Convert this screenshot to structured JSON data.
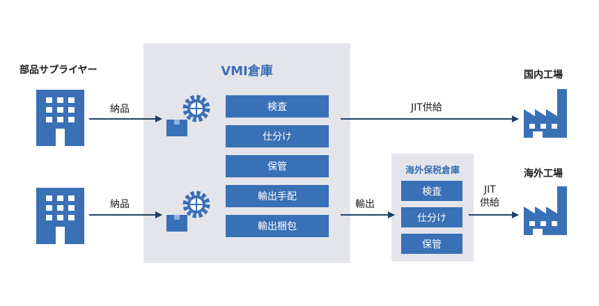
{
  "colors": {
    "accent": "#3a70b6",
    "panel": "#e3e5ea",
    "arrow": "#1f3f63"
  },
  "suppliers": {
    "label": "部品サプライヤー"
  },
  "vmi": {
    "title": "VMI倉庫",
    "steps": [
      "検査",
      "仕分け",
      "保管",
      "輸出手配",
      "輸出梱包"
    ]
  },
  "bonded": {
    "title": "海外保税倉庫",
    "steps": [
      "検査",
      "仕分け",
      "保管"
    ]
  },
  "factories": {
    "domestic": "国内工場",
    "overseas": "海外工場"
  },
  "edges": {
    "delivery_top": "納品",
    "delivery_bottom": "納品",
    "jit_domestic": "JIT供給",
    "export": "輸出",
    "jit_overseas_line1": "JIT",
    "jit_overseas_line2": "供給"
  },
  "icons": [
    "building-icon",
    "gear-box-icon",
    "factory-icon"
  ]
}
